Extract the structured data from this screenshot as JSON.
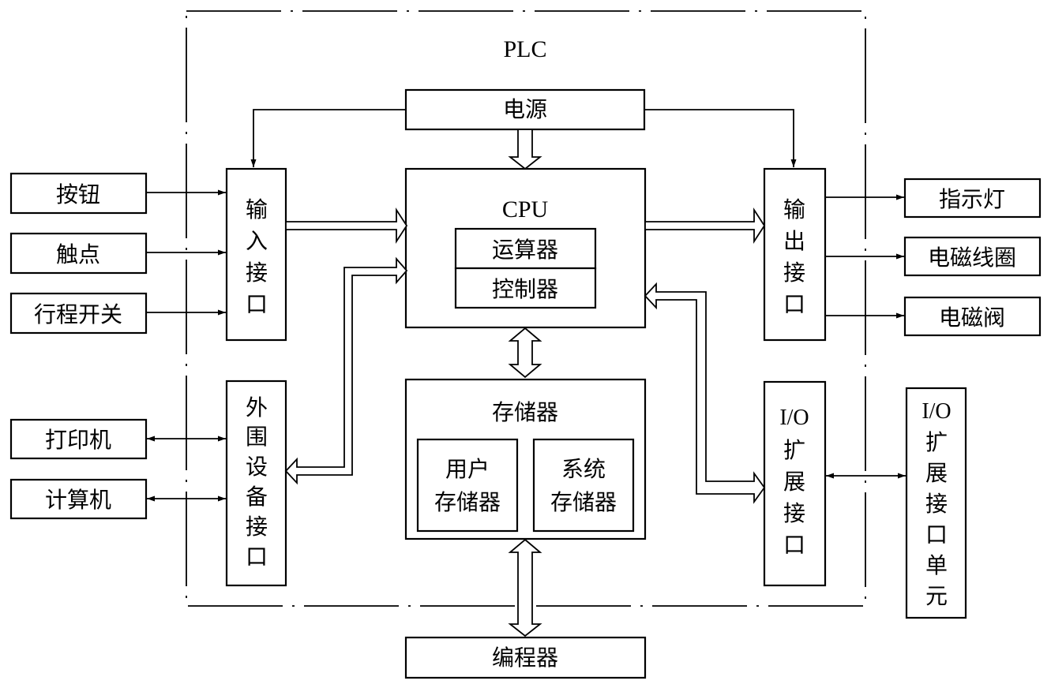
{
  "plc": {
    "title": "PLC",
    "power": "电源",
    "cpu": {
      "title": "CPU",
      "alu": "运算器",
      "controller": "控制器"
    },
    "memory": {
      "title": "存储器",
      "user": [
        "用户",
        "存储器"
      ],
      "system": [
        "系统",
        "存储器"
      ]
    },
    "input_interface": [
      "输",
      "入",
      "接",
      "口"
    ],
    "output_interface": [
      "输",
      "出",
      "接",
      "口"
    ],
    "peripheral_interface": [
      "外",
      "围",
      "设",
      "备",
      "接",
      "口"
    ],
    "io_expansion_interface": [
      "I/O",
      "扩",
      "展",
      "接",
      "口"
    ]
  },
  "inputs": [
    "按钮",
    "触点",
    "行程开关"
  ],
  "peripherals": [
    "打印机",
    "计算机"
  ],
  "outputs": [
    "指示灯",
    "电磁线圈",
    "电磁阀"
  ],
  "io_expansion_unit": [
    "I/O",
    "扩",
    "展",
    "接",
    "口",
    "单",
    "元"
  ],
  "programmer": "编程器"
}
